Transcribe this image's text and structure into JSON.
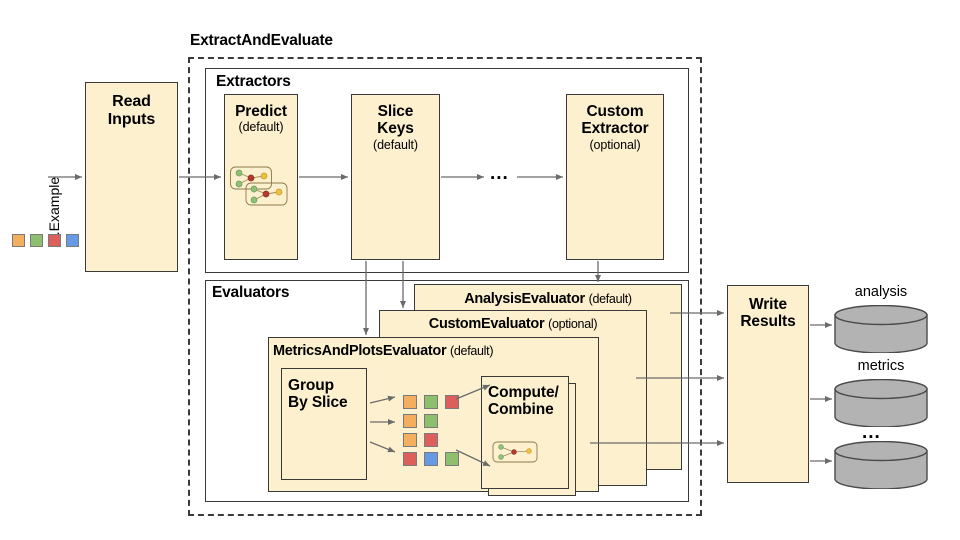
{
  "diagram": {
    "title_outer": "ExtractAndEvaluate",
    "input_label": "tf.Example",
    "read_inputs": {
      "label": "Read\nInputs"
    },
    "extractors_panel": {
      "title": "Extractors"
    },
    "evaluators_panel": {
      "title": "Evaluators"
    },
    "extractors": [
      {
        "name": "predict",
        "label": "Predict",
        "label2": "",
        "qualifier": "(default)"
      },
      {
        "name": "slice-keys",
        "label": "Slice",
        "label2": "Keys",
        "qualifier": "(default)"
      },
      {
        "name": "ellipsis",
        "label": "...",
        "label2": "",
        "qualifier": ""
      },
      {
        "name": "custom-extractor",
        "label": "Custom",
        "label2": "Extractor",
        "qualifier": "(optional)"
      }
    ],
    "evaluators": [
      {
        "name": "analysis-evaluator",
        "label": "AnalysisEvaluator",
        "qualifier": "(default)"
      },
      {
        "name": "custom-evaluator",
        "label": "CustomEvaluator",
        "qualifier": "(optional)"
      },
      {
        "name": "metrics-and-plots-evaluator",
        "label": "MetricsAndPlotsEvaluator",
        "qualifier": "(default)"
      }
    ],
    "group_by_slice": {
      "label": "Group\nBy Slice",
      "line1": "Group",
      "line2": "By Slice"
    },
    "compute_combine": {
      "label": "Compute/\nCombine",
      "line1": "Compute/",
      "line2": "Combine"
    },
    "write_results": {
      "line1": "Write",
      "line2": "Results"
    },
    "outputs": [
      {
        "name": "analysis-store",
        "label": "analysis"
      },
      {
        "name": "metrics-store",
        "label": "metrics"
      },
      {
        "name": "other-store",
        "label": "..."
      }
    ],
    "input_chips": [
      "#f4ae60",
      "#8dbf6e",
      "#dd5f5b",
      "#679ae4"
    ],
    "slice_rows": [
      [
        "#f4ae60",
        "#8dbf6e",
        "#dd5f5b"
      ],
      [
        "#f4ae60",
        "#8dbf6e"
      ],
      [
        "#f4ae60",
        "#dd5f5b"
      ],
      [
        "#dd5f5b",
        "#679ae4",
        "#8dbf6e"
      ]
    ],
    "colors": {
      "box_fill": "#fdf0cf",
      "box_stroke": "#3a3a3a",
      "cylinder_fill": "#b3b3b3",
      "cylinder_stroke": "#4a4a4a",
      "arrow": "#6b6b6b",
      "node_green": "#7cb36a",
      "node_red": "#b5392e",
      "node_yellow": "#f0c040"
    }
  }
}
